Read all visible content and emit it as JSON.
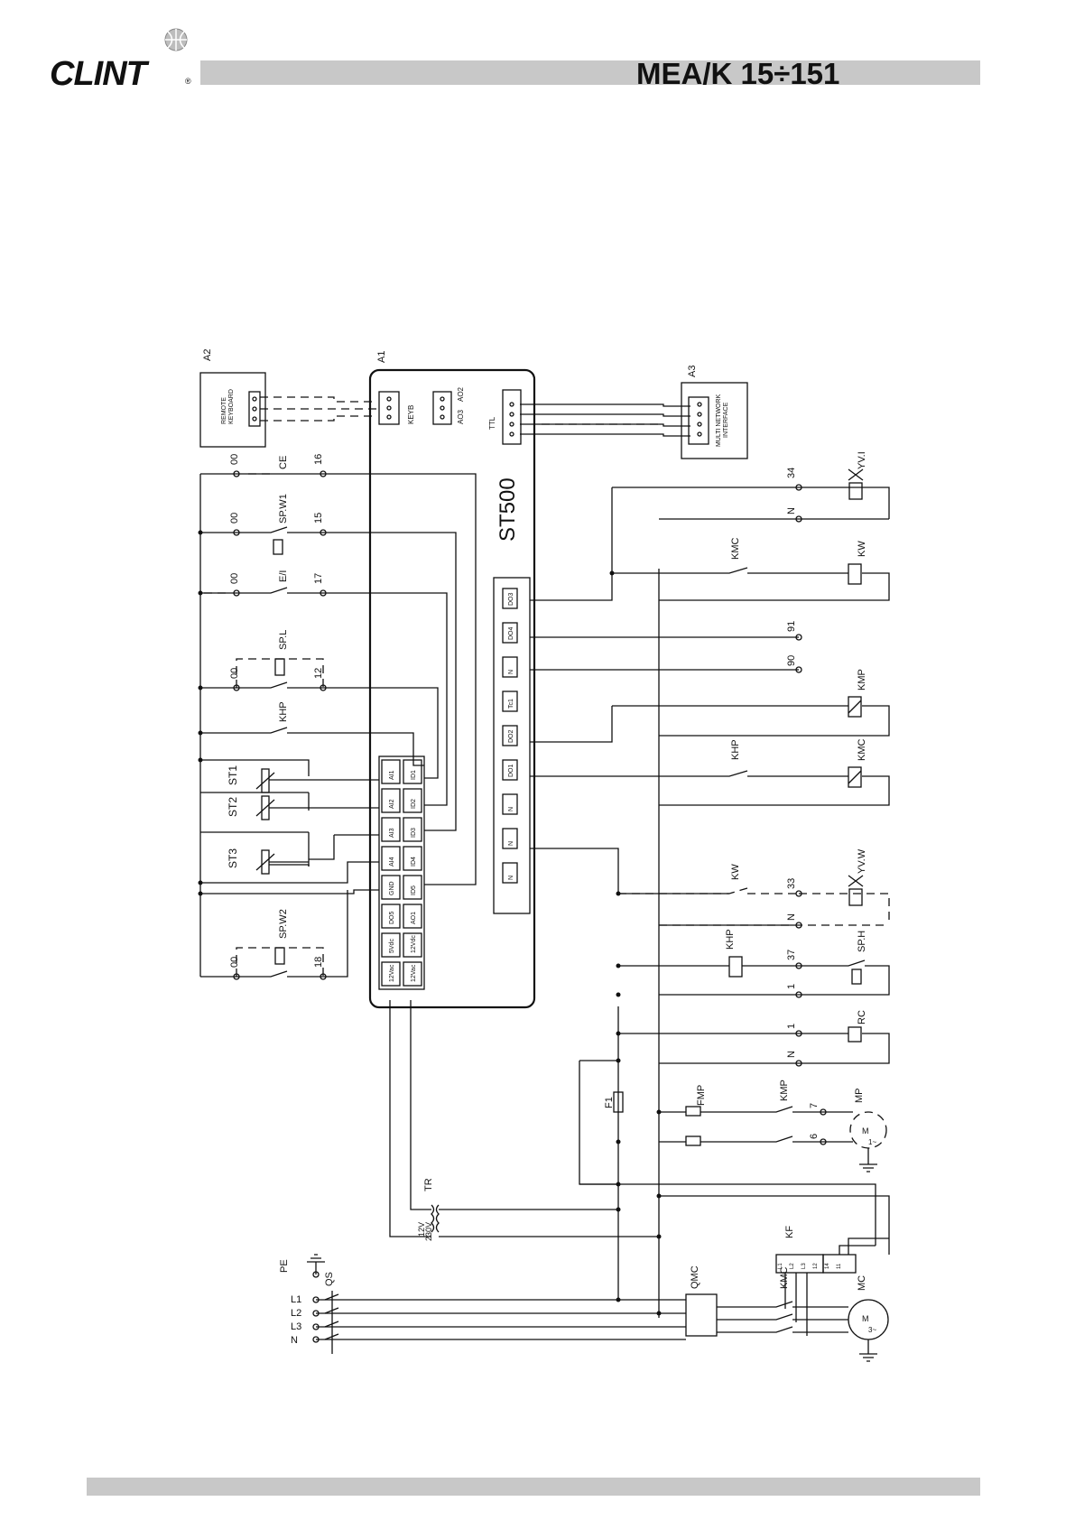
{
  "header": {
    "brand": "CLINT",
    "brand_reg": "®",
    "model": "MEA/K 15÷151"
  },
  "modules": {
    "a1": "A1",
    "a2": "A2",
    "a3": "A3",
    "controller": "ST500",
    "keyb": "KEYB",
    "ao2": "AO2",
    "ao3": "AO3",
    "ttl": "TTL",
    "remote_l1": "REMOTE",
    "remote_l2": "KEYBOARD",
    "mni_l1": "MULTI NETWORK",
    "mni_l2": "INTERFACE"
  },
  "inputs": {
    "ce": "CE",
    "spw1": "SP.W1",
    "ei": "E/I",
    "spl": "SP.L",
    "khp": "KHP",
    "st1": "ST1",
    "st2": "ST2",
    "st3": "ST3",
    "spw2": "SP.W2",
    "n00": "00",
    "n16": "16",
    "n15": "15",
    "n17": "17",
    "n12": "12",
    "n18": "18"
  },
  "pins_left": [
    [
      "AI1",
      "ID1"
    ],
    [
      "AI2",
      "ID2"
    ],
    [
      "AI3",
      "ID3"
    ],
    [
      "AI4",
      "ID4"
    ],
    [
      "GND",
      "ID5"
    ],
    [
      "DO5",
      "AO1"
    ],
    [
      "5Vdc",
      "12Vdc"
    ],
    [
      "12Vac",
      "12Vac"
    ]
  ],
  "pins_right": [
    "DO3",
    "DO4",
    "N",
    "Tc1",
    "DO2",
    "DO1",
    "N",
    "N",
    "N"
  ],
  "outputs": {
    "n34": "34",
    "nN": "N",
    "n91": "91",
    "n90": "90",
    "n33": "33",
    "n37": "37",
    "n1": "1",
    "yvi": "YV.I",
    "kmc": "KMC",
    "kw": "KW",
    "kmp": "KMP",
    "khp": "KHP",
    "yvw": "YV.W",
    "sph": "SP.H",
    "rc": "RC",
    "f1": "F1",
    "fmp": "FMP",
    "mp": "MP",
    "n7": "7",
    "n6": "6",
    "tr": "TR",
    "v12": "12V",
    "v230": "230V",
    "kf": "KF",
    "qmc": "QMC",
    "mc": "MC",
    "qs": "QS",
    "pe": "PE",
    "supply": [
      "N",
      "L3",
      "L2",
      "L1"
    ],
    "m": "M",
    "m1": "1~",
    "m3": "3~"
  },
  "kf_terms": [
    "L1",
    "L2",
    "L3",
    "12",
    "14",
    "11"
  ]
}
